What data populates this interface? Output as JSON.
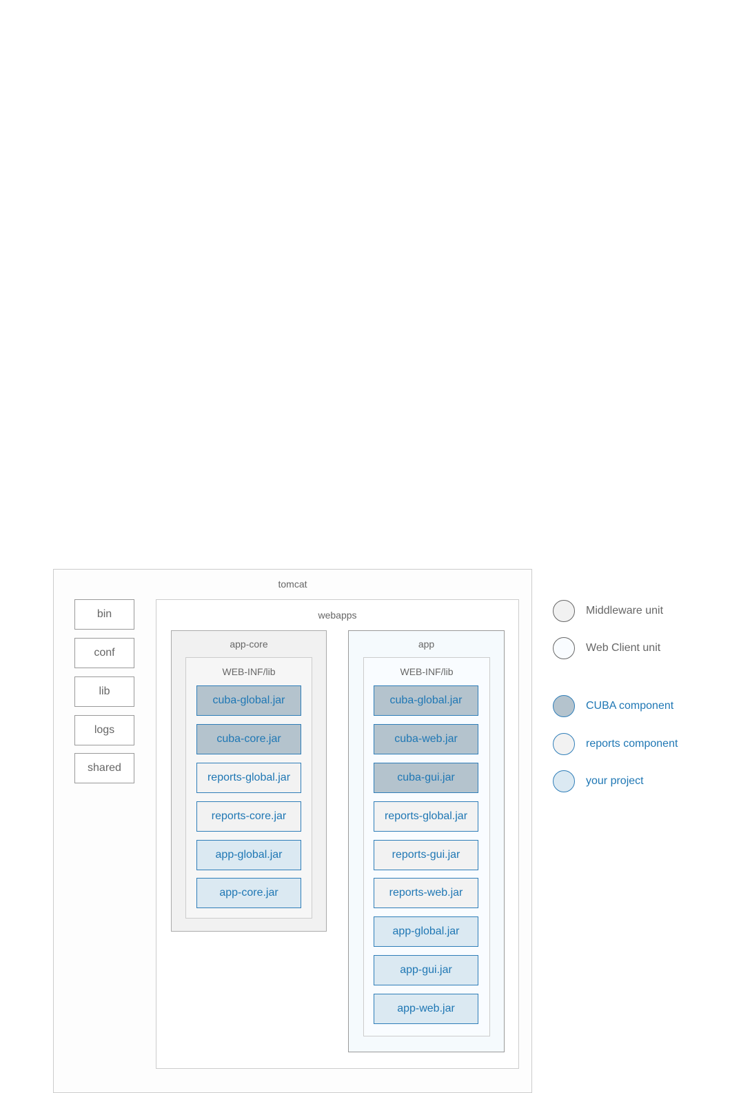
{
  "tomcat": {
    "label": "tomcat"
  },
  "webapps": {
    "label": "webapps"
  },
  "dirs": [
    "bin",
    "conf",
    "lib",
    "logs",
    "shared"
  ],
  "app_core": {
    "label": "app-core",
    "lib_label": "WEB-INF/lib",
    "jars": [
      {
        "name": "cuba-global.jar",
        "kind": "cuba"
      },
      {
        "name": "cuba-core.jar",
        "kind": "cuba"
      },
      {
        "name": "reports-global.jar",
        "kind": "reports"
      },
      {
        "name": "reports-core.jar",
        "kind": "reports"
      },
      {
        "name": "app-global.jar",
        "kind": "project"
      },
      {
        "name": "app-core.jar",
        "kind": "project"
      }
    ]
  },
  "app": {
    "label": "app",
    "lib_label": "WEB-INF/lib",
    "jars": [
      {
        "name": "cuba-global.jar",
        "kind": "cuba"
      },
      {
        "name": "cuba-web.jar",
        "kind": "cuba"
      },
      {
        "name": "cuba-gui.jar",
        "kind": "cuba"
      },
      {
        "name": "reports-global.jar",
        "kind": "reports"
      },
      {
        "name": "reports-gui.jar",
        "kind": "reports"
      },
      {
        "name": "reports-web.jar",
        "kind": "reports"
      },
      {
        "name": "app-global.jar",
        "kind": "project"
      },
      {
        "name": "app-gui.jar",
        "kind": "project"
      },
      {
        "name": "app-web.jar",
        "kind": "project"
      }
    ]
  },
  "legend": {
    "units": [
      {
        "label": "Middleware unit",
        "fill": "#f1f1f1",
        "border": "#666666"
      },
      {
        "label": "Web Client unit",
        "fill": "#f9fcff",
        "border": "#666666"
      }
    ],
    "components": [
      {
        "label": "CUBA component",
        "fill": "#b4c3cd",
        "border": "#2e7db8"
      },
      {
        "label": "reports component",
        "fill": "#f2f2f2",
        "border": "#2e7db8"
      },
      {
        "label": "your project",
        "fill": "#dbe9f2",
        "border": "#2e7db8"
      }
    ]
  },
  "colors": {
    "cuba": "#b4c3cd",
    "reports": "#f2f2f2",
    "project": "#dbe9f2",
    "jar_text": "#1f77b4",
    "jar_border": "#2e7db8"
  }
}
